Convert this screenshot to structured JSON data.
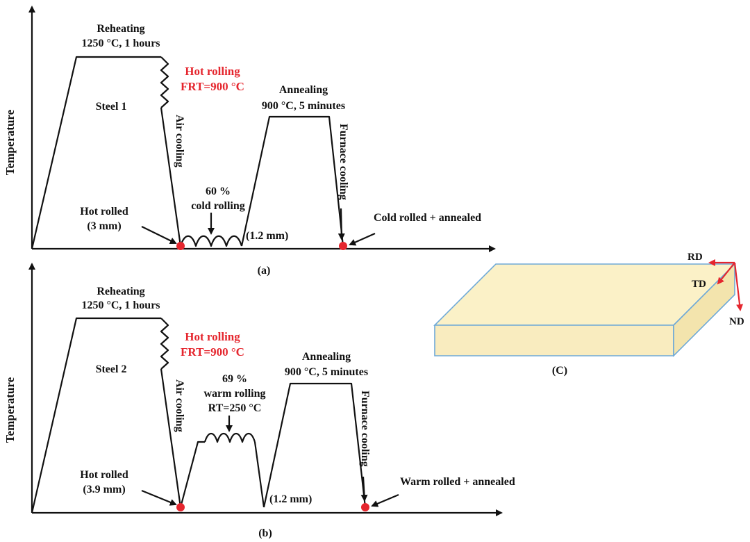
{
  "colors": {
    "line": "#111111",
    "accent_red": "#e5262e",
    "plate_fill": "#fbf1c7",
    "plate_side": "#f5e7b6",
    "plate_edge": "#6ea9d7"
  },
  "panel_a": {
    "caption": "(a)",
    "y_axis_label": "Temperature",
    "reheating_title": "Reheating",
    "reheating_detail": "1250 °C, 1 hours",
    "steel": "Steel 1",
    "hot_rolling_title": "Hot rolling",
    "hot_rolling_detail": "FRT=900 °C",
    "air_cooling": "Air cooling",
    "rolling_pct": "60 %",
    "rolling_type": "cold rolling",
    "annealing_title": "Annealing",
    "annealing_detail": "900 °C, 5 minutes",
    "furnace_cooling": "Furnace cooling",
    "hot_rolled_title": "Hot rolled",
    "hot_rolled_thickness": "(3 mm)",
    "final_thickness": "(1.2 mm)",
    "final_state": "Cold rolled + annealed"
  },
  "panel_b": {
    "caption": "(b)",
    "y_axis_label": "Temperature",
    "reheating_title": "Reheating",
    "reheating_detail": "1250 °C, 1 hours",
    "steel": "Steel 2",
    "hot_rolling_title": "Hot rolling",
    "hot_rolling_detail": "FRT=900 °C",
    "air_cooling": "Air cooling",
    "rolling_pct": "69 %",
    "rolling_type": "warm rolling",
    "rolling_temp": "RT=250 °C",
    "annealing_title": "Annealing",
    "annealing_detail": "900 °C, 5 minutes",
    "furnace_cooling": "Furnace cooling",
    "hot_rolled_title": "Hot rolled",
    "hot_rolled_thickness": "(3.9 mm)",
    "final_thickness": "(1.2 mm)",
    "final_state": "Warm rolled + annealed"
  },
  "panel_c": {
    "caption": "(C)",
    "rd": "RD",
    "td": "TD",
    "nd": "ND"
  }
}
